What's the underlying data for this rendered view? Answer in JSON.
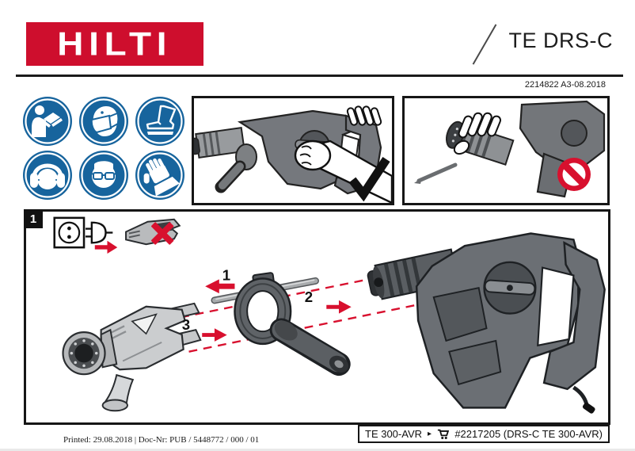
{
  "colors": {
    "hilti_red": "#CE0E2D",
    "safety_blue": "#17649D",
    "accent_red": "#D8102E",
    "line_black": "#161616"
  },
  "header": {
    "logo_text": "HILTI",
    "product_title": "TE DRS-C",
    "doc_code": "2214822 A3-08.2018"
  },
  "safety_icons": [
    {
      "name": "read-instructions-icon"
    },
    {
      "name": "dust-mask-icon"
    },
    {
      "name": "safety-boots-icon"
    },
    {
      "name": "ear-protection-icon"
    },
    {
      "name": "safety-glasses-icon"
    },
    {
      "name": "protective-gloves-icon"
    }
  ],
  "panels": {
    "correct_grip": {
      "result_icon": "checkmark-icon"
    },
    "incorrect_grip": {
      "result_icon": "prohibition-icon"
    }
  },
  "main_figure": {
    "figure_label": "1",
    "pictograms": [
      "unplug-power-icon",
      "module-crossed-out-icon"
    ],
    "steps": [
      {
        "label": "1"
      },
      {
        "label": "2"
      },
      {
        "label": "3"
      }
    ]
  },
  "footer": {
    "compatibility": {
      "tool_name": "TE 300-AVR",
      "arrow": "▸",
      "cart_icon": "shopping-cart-icon",
      "part_number": "#2217205 (DRS-C TE 300-AVR)"
    },
    "print_line": "Printed: 29.08.2018 | Doc-Nr: PUB / 5448772 / 000 / 01"
  }
}
